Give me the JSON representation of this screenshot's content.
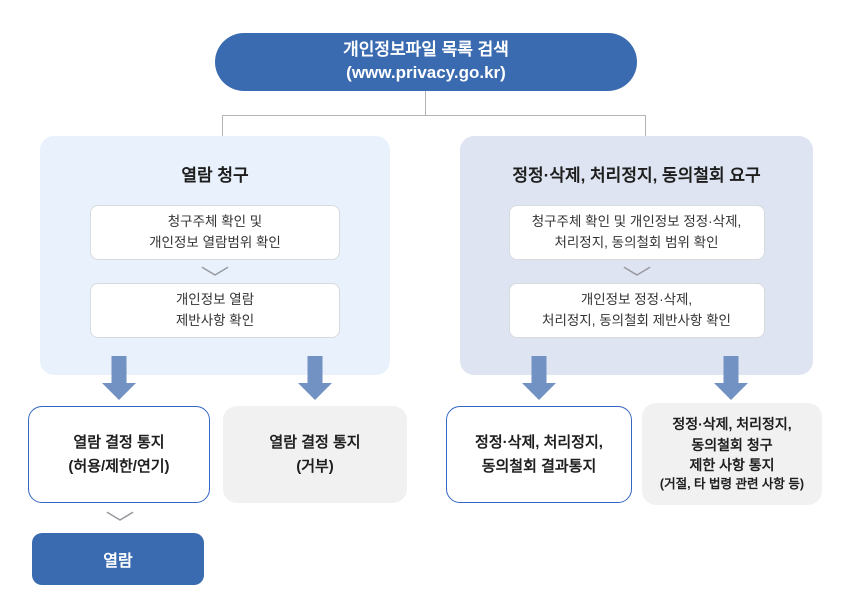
{
  "root": {
    "title_line1": "개인정보파일 목록 검색",
    "title_line2": "(www.privacy.go.kr)"
  },
  "branches": [
    {
      "title": "열람 청구",
      "steps": [
        {
          "line1": "청구주체 확인 및",
          "line2": "개인정보 열람범위 확인"
        },
        {
          "line1": "개인정보 열람",
          "line2": "제반사항 확인"
        }
      ]
    },
    {
      "title": "정정·삭제, 처리정지, 동의철회 요구",
      "steps": [
        {
          "line1": "청구주체 확인 및 개인정보 정정·삭제,",
          "line2": "처리정지, 동의철회 범위 확인"
        },
        {
          "line1": "개인정보 정정·삭제,",
          "line2": "처리정지, 동의철회 제반사항 확인"
        }
      ]
    }
  ],
  "outcomes": [
    {
      "style": "outlined",
      "lines": [
        "열람 결정 통지",
        "(허용/제한/연기)"
      ]
    },
    {
      "style": "gray",
      "lines": [
        "열람 결정 통지",
        "(거부)"
      ]
    },
    {
      "style": "outlined",
      "lines": [
        "정정·삭제, 처리정지,",
        "동의철회 결과통지"
      ]
    },
    {
      "style": "gray",
      "lines": [
        "정정·삭제, 처리정지,",
        "동의철회 청구",
        "제한 사항 통지"
      ],
      "note": "(거절, 타 법령 관련 사항 등)"
    }
  ],
  "final": {
    "label": "열람"
  },
  "colors": {
    "primary_blue": "#3a6bb0",
    "panel_left_bg": "#e9f2fc",
    "panel_right_bg": "#dee4f1",
    "arrow_blue": "#7392c4",
    "outline_blue": "#3566c1",
    "gray_box_bg": "#f1f1f2",
    "connector_gray": "#b3b3b8"
  }
}
